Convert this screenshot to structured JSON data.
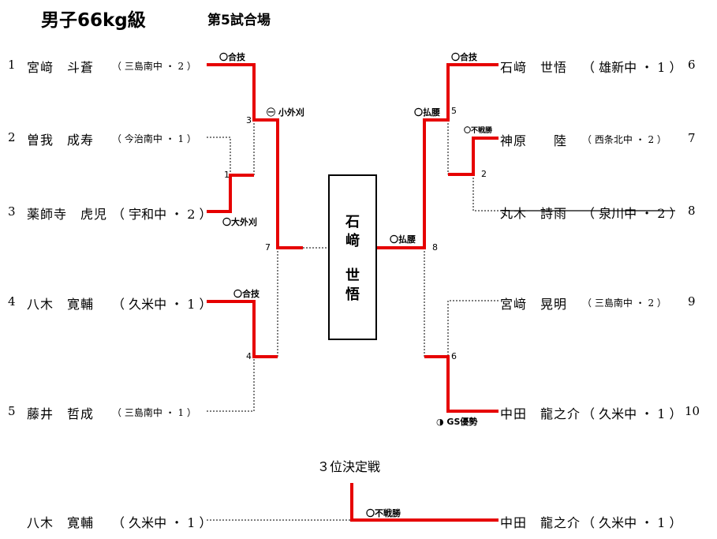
{
  "header": {
    "title": "男子66kg級",
    "venue": "第5試合場"
  },
  "left_players": [
    {
      "seed": "1",
      "name": "宮﨑　斗蒼",
      "school": "（ 三島南中 ・ 2 ）",
      "small": true
    },
    {
      "seed": "2",
      "name": "曽我　成寿",
      "school": "（ 今治南中 ・ 1 ）",
      "small": true
    },
    {
      "seed": "3",
      "name": "薬師寺　虎児",
      "school": "（ 宇和中 ・ 2 ）",
      "small": false
    },
    {
      "seed": "4",
      "name": "八木　寛輔",
      "school": "（ 久米中 ・ 1 ）",
      "small": false
    },
    {
      "seed": "5",
      "name": "藤井　哲成",
      "school": "（ 三島南中 ・ 1 ）",
      "small": true
    }
  ],
  "right_players": [
    {
      "seed": "6",
      "name": "石﨑　世悟",
      "school": "（ 雄新中 ・ 1 ）",
      "small": false,
      "withdrawn": false
    },
    {
      "seed": "7",
      "name": "神原　　陸",
      "school": "（ 西条北中 ・ 2 ）",
      "small": true,
      "withdrawn": false
    },
    {
      "seed": "8",
      "name": "丸木　詩雨",
      "school": "（ 泉川中 ・ 2 ）",
      "small": false,
      "withdrawn": true
    },
    {
      "seed": "9",
      "name": "宮﨑　晃明",
      "school": "（ 三島南中 ・ 2 ）",
      "small": true,
      "withdrawn": false
    },
    {
      "seed": "10",
      "name": "中田　龍之介",
      "school": "（ 久米中 ・ 1 ）",
      "small": false,
      "withdrawn": false
    }
  ],
  "techniques": {
    "l1": "〇合技",
    "l3": "〇大外刈",
    "l4": "〇合技",
    "l_semi": "㊀ 小外刈",
    "r6": "〇合技",
    "r7": "〇不戦勝",
    "r_semi": "〇払腰",
    "r10": "◑ GS優勢",
    "final": "〇払腰"
  },
  "match_numbers": {
    "m1": "1",
    "m2": "2",
    "m3": "3",
    "m4": "4",
    "m5": "5",
    "m6": "6",
    "m7": "7",
    "m8": "8"
  },
  "winner": {
    "chars": [
      "石",
      "﨑",
      "世",
      "悟"
    ]
  },
  "third_place": {
    "title": "３位決定戦",
    "left_name": "八木　寛輔",
    "left_school": "（ 久米中 ・ 1 ）",
    "right_name": "中田　龍之介",
    "right_school": "（ 久米中 ・ 1 ）",
    "technique": "〇不戦勝"
  },
  "colors": {
    "win_line": "#e60000",
    "lose_line": "#333333"
  }
}
